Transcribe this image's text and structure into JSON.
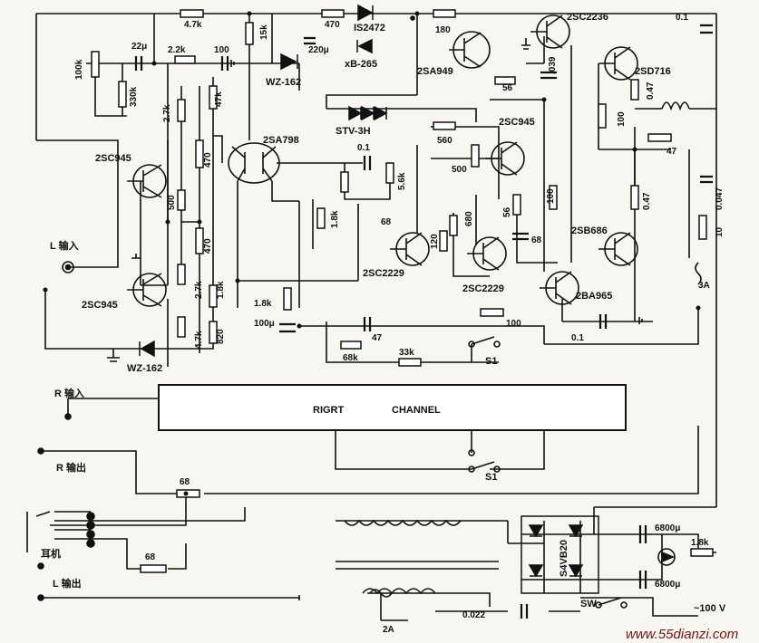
{
  "labels": {
    "l_in": "L 输入",
    "r_in": "R 输入",
    "r_out": "R 输出",
    "headphone": "耳机",
    "l_out": "L 输出",
    "right_channel_1": "RIGRT",
    "right_channel_2": "CHANNEL",
    "s1_top": "S1",
    "s1_bottom": "S1",
    "sw": "SW",
    "ac_in": "~100 V",
    "watermark": "www.55dianzi.com"
  },
  "transistors": {
    "q1": "2SC945",
    "q2": "2SC945",
    "q3": "2SA798",
    "q4": "2SA949",
    "q5": "2SC2236",
    "q6": "2SD716",
    "q7": "2SC945",
    "q8": "2SC2229",
    "q9": "2SC2229",
    "q10": "2SB686",
    "q11": "2BA965"
  },
  "diodes": {
    "d1": "IS2472",
    "d2": "xB-265",
    "z1": "WZ-162",
    "z2": "WZ-162",
    "stack": "STV-3H",
    "bridge": "S4VB20"
  },
  "resistors": {
    "r100k": "100k",
    "r330k": "330k",
    "r2_2k": "2.2k",
    "r4_7k_top": "4.7k",
    "r15k": "15k",
    "r470_top": "470",
    "r180": "180",
    "r47k": "47k",
    "r2_7k_a": "2.7k",
    "r470_a": "470",
    "r500_a": "500",
    "r470_b": "470",
    "r2_7k_b": "2.7k",
    "r1_8k_a": "1.8k",
    "r4_7k_b": "4.7k",
    "r820": "820",
    "r1_8k_b": "1.8k",
    "r1_8k_c": "1.8k",
    "r5_6k": "5.6k",
    "r560": "560",
    "r500_b": "500",
    "r680": "680",
    "r56_a": "56",
    "r56_b": "56",
    "r120": "120",
    "r100_a": "100",
    "r100_b": "100",
    "r0_47_a": "0.47",
    "r0_47_b": "0.47",
    "r47": "47",
    "r10": "10",
    "r100_c": "100",
    "r68k": "68k",
    "r33k": "33k",
    "r68_a": "68",
    "r68_b": "68",
    "r1_8k_d": "1.8k"
  },
  "capacitors": {
    "c22u": "22μ",
    "c100": "100",
    "c220u": "220μ",
    "c0_1_top": "0.1",
    "c0_1_a": "0.1",
    "c039": ".039",
    "c68_a": "68",
    "c68_b": "68",
    "c100u": "100μ",
    "c47": "47",
    "c0_047": "0.047",
    "c0_1_b": "0.1",
    "c6800_a": "6800μ",
    "c6800_b": "6800μ",
    "c0_022": "0.022"
  },
  "fuses": {
    "f3a": "3A",
    "f2a": "2A"
  }
}
